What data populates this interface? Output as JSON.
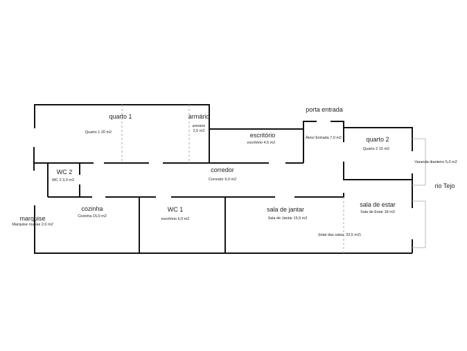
{
  "rooms": {
    "quarto1": {
      "name": "quarto 1",
      "area": "Quarto 1   20 m2"
    },
    "armario": {
      "name": "armário",
      "area_line1": "armário",
      "area_line2": "2,5 m2"
    },
    "escritorio": {
      "name": "escritório",
      "area": "escritório 4,5 m2"
    },
    "atrio": {
      "area": "Átrio/ Entrada   7,0 m2"
    },
    "porta": {
      "name": "porta entrada"
    },
    "quarto2": {
      "name": "quarto 2",
      "area": "Quarto 2   15 m2"
    },
    "varanda": {
      "area": "Varanda dianteiro   5,0 m2"
    },
    "rio": {
      "name": "rio Tejo"
    },
    "wc2": {
      "name": "WC 2",
      "area": "WC 2   3,0 m2"
    },
    "corredor": {
      "name": "corredor",
      "area": "Corredor   9,0 m2"
    },
    "cozinha": {
      "name": "cozinha",
      "area": "Cozinha 15,0 m2"
    },
    "marquise": {
      "name": "marquise",
      "area": "Marquise roupas   2,0 m2"
    },
    "wc1": {
      "name": "WC 1",
      "area": "escritório 6,0 m2"
    },
    "sala_jantar": {
      "name": "sala de jantar",
      "area": "Sala de Jantar 15,5 m2"
    },
    "sala_estar": {
      "name": "sala de estar",
      "area": "Sala de Estar 18 m2"
    },
    "total_salas": {
      "text": "(total das salas: 33,5 m2)"
    }
  },
  "colors": {
    "walls": "#111111",
    "dashed": "#aaaaaa",
    "bracket": "#bbbbbb"
  }
}
